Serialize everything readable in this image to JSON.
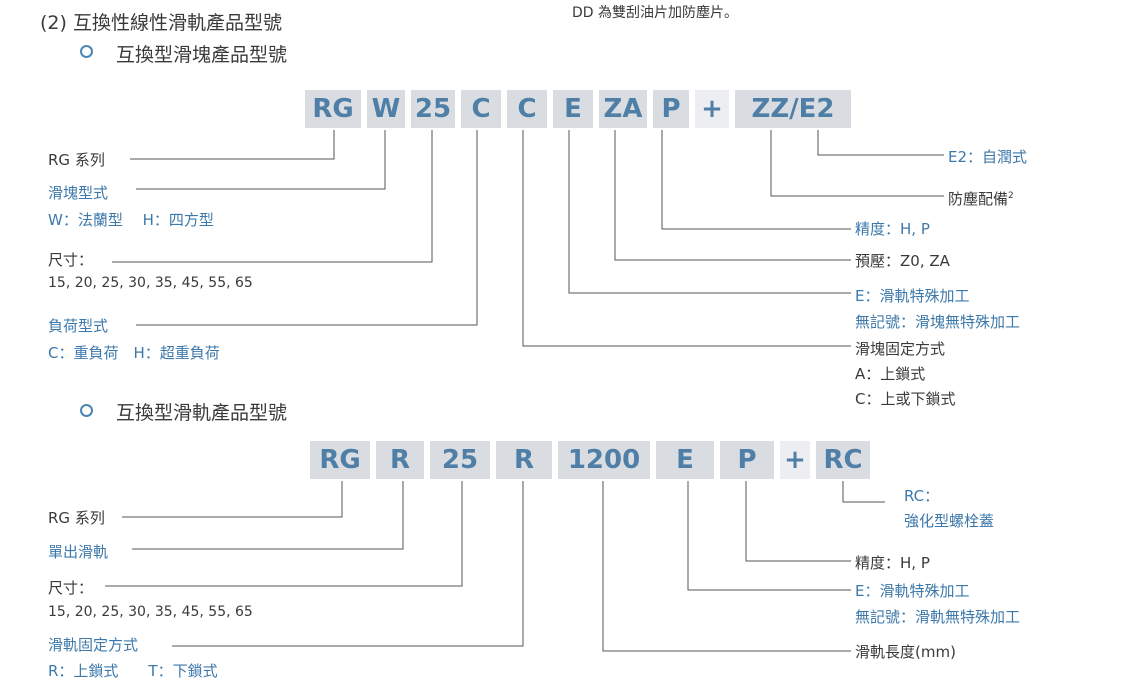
{
  "top_note": "DD 為雙刮油片加防塵片。",
  "section_title": "(2) 互換性線性滑軌產品型號",
  "block": {
    "title": "互換型滑塊產品型號",
    "codes": [
      "RG",
      "W",
      "25",
      "C",
      "C",
      "E",
      "ZA",
      "P",
      "+",
      "ZZ/E2"
    ],
    "left_labels": {
      "series": "RG 系列",
      "type_title": "滑塊型式",
      "type_values": "W：法蘭型　 H：四方型",
      "size_title": "尺寸：",
      "size_values": "15, 20, 25, 30, 35, 45, 55, 65",
      "load_title": "負荷型式",
      "load_values": "C：重負荷　H：超重負荷"
    },
    "right_labels": {
      "e2": "E2：自潤式",
      "dust": "防塵配備",
      "dust_sup": "2",
      "precision": "精度：H, P",
      "preload": "預壓：Z0, ZA",
      "e_special": "E：滑軌特殊加工",
      "no_mark": "無記號：滑塊無特殊加工",
      "fix_title": "滑塊固定方式",
      "fix_a": "A：上鎖式",
      "fix_c": "C：上或下鎖式"
    }
  },
  "rail": {
    "title": "互換型滑軌產品型號",
    "codes": [
      "RG",
      "R",
      "25",
      "R",
      "1200",
      "E",
      "P",
      "+",
      "RC"
    ],
    "left_labels": {
      "series": "RG 系列",
      "single": "單出滑軌",
      "size_title": "尺寸：",
      "size_values": "15, 20, 25, 30, 35, 45, 55, 65",
      "fix_title": "滑軌固定方式",
      "fix_values": "R：上鎖式　　T：下鎖式"
    },
    "right_labels": {
      "rc": "RC：",
      "rc_desc": "強化型螺栓蓋",
      "precision": "精度：H, P",
      "e_special": "E：滑軌特殊加工",
      "no_mark": "無記號：滑軌無特殊加工",
      "length": "滑軌長度(mm)"
    }
  },
  "colors": {
    "accent": "#3d78aa",
    "code_text": "#4f7fa6",
    "code_bg": "#d9dce1"
  }
}
